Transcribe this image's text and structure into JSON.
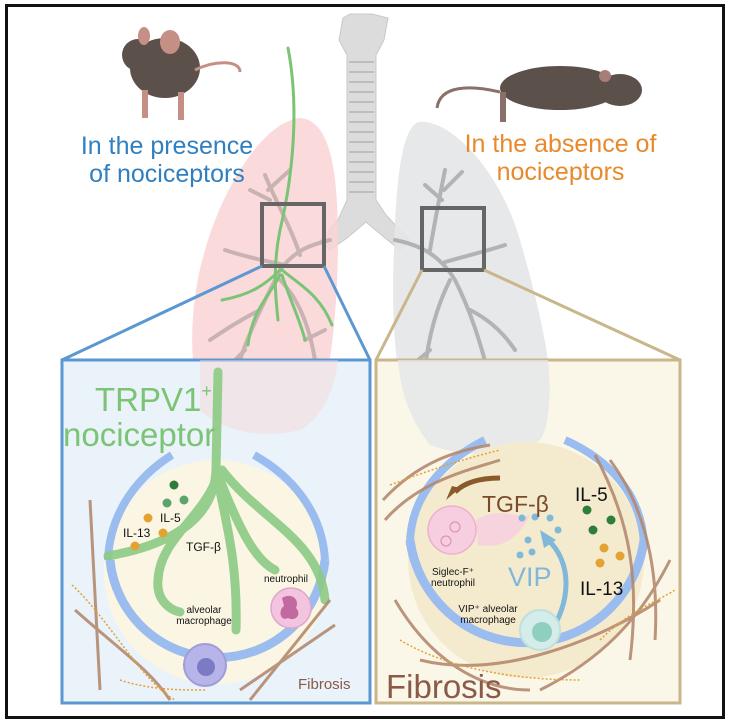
{
  "figure": {
    "left_condition": {
      "title_line1": "In the presence",
      "title_line2": "of nociceptors",
      "color": "#2f7fc1",
      "panel_border_color": "#5b97d1",
      "panel_fill_color": "#eaf2fa"
    },
    "right_condition": {
      "title_line1": "In the absence of",
      "title_line2": "nociceptors",
      "color": "#e8892c",
      "panel_border_color": "#c9b68b",
      "panel_fill_color": "#fbf7e8"
    },
    "left_panel": {
      "nociceptor_label_line1": "TRPV1",
      "nociceptor_label_sup": "+",
      "nociceptor_label_line2": "nociceptor",
      "il5": "IL-5",
      "il13": "IL-13",
      "tgfb": "TGF-β",
      "neutrophil": "neutrophil",
      "macrophage_line1": "alveolar",
      "macrophage_line2": "macrophage",
      "fibrosis": "Fibrosis"
    },
    "right_panel": {
      "tgfb": "TGF-β",
      "il5": "IL-5",
      "il13": "IL-13",
      "vip": "VIP",
      "neutrophil_line1": "Siglec-F⁺",
      "neutrophil_line2": "neutrophil",
      "macrophage_line1": "VIP⁺ alveolar",
      "macrophage_line2": "macrophage",
      "fibrosis": "Fibrosis"
    },
    "colors": {
      "nerve_green": "#7cc475",
      "lung_left_pink": "#f9d4d4",
      "lung_right_gray": "#e3e5e8",
      "airway_gray": "#9a9a9a",
      "zoom_box": "#666666",
      "epithelium_blue": "#9bbcef",
      "collagen_brown": "#b48a70",
      "il5_green": "#3f9a4f",
      "il13_orange": "#e3a232",
      "vip_dot_blue": "#7fb8d8"
    }
  }
}
